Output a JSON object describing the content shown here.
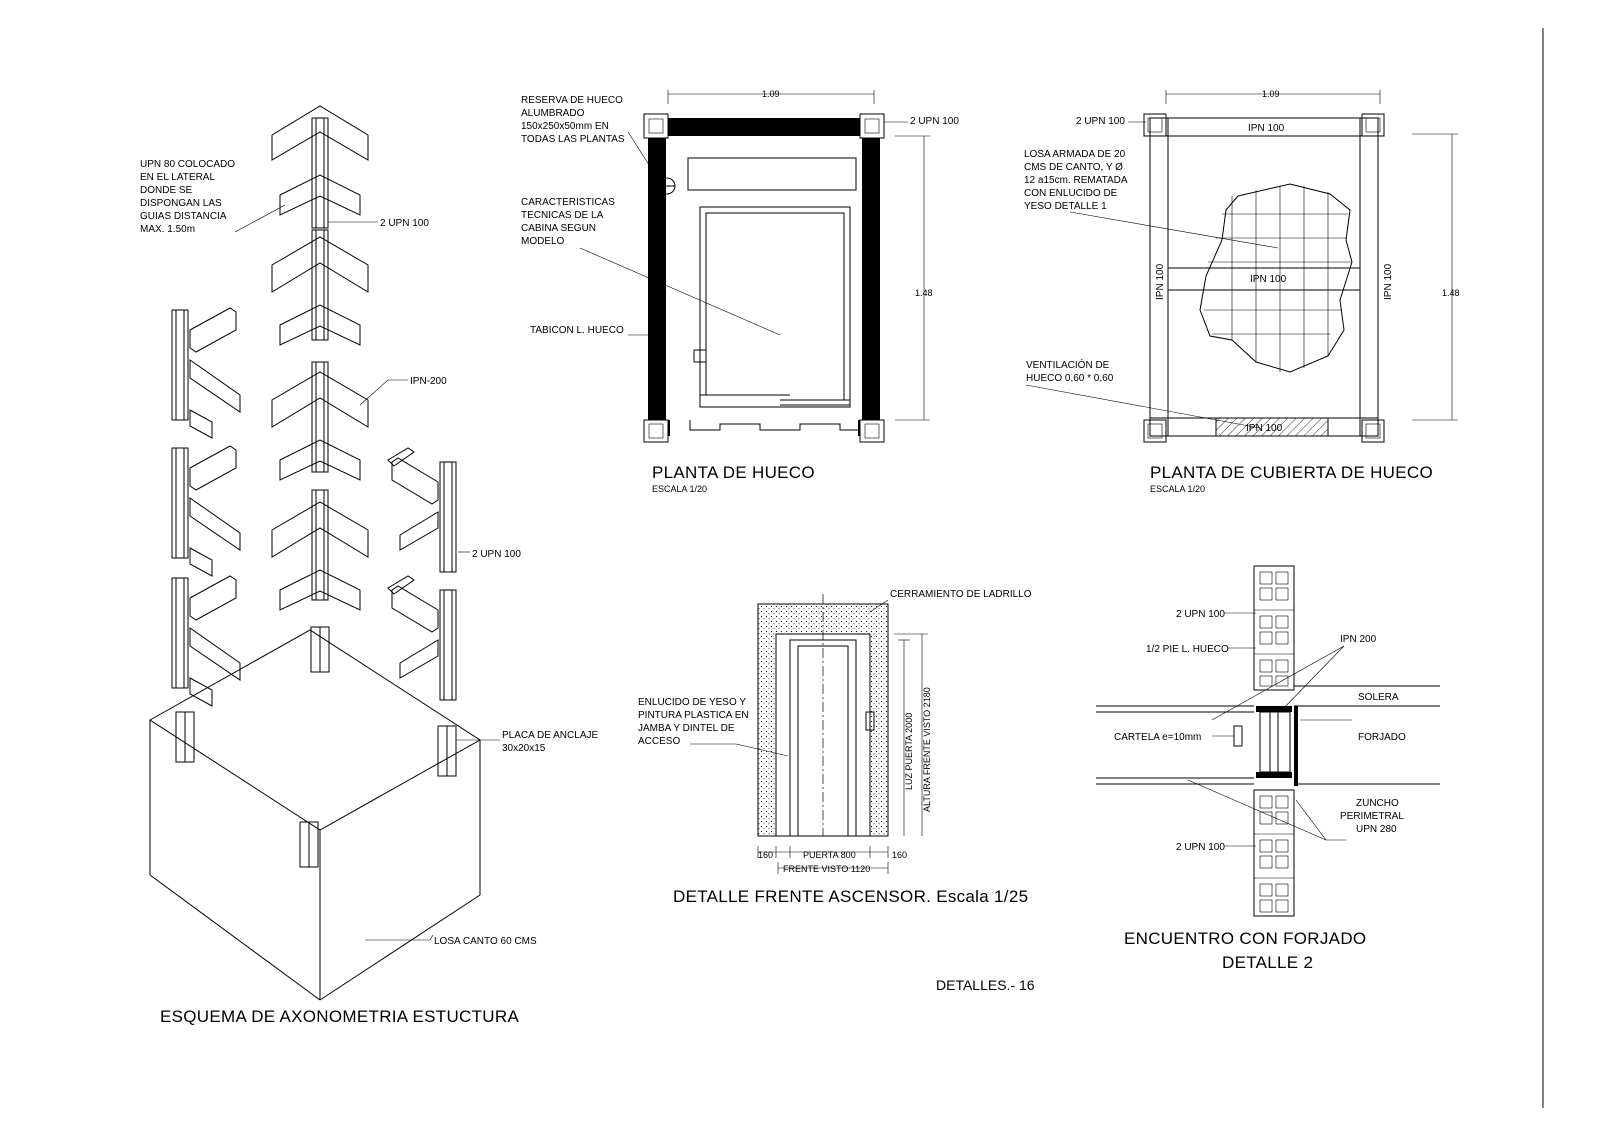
{
  "axono": {
    "title": "ESQUEMA DE AXONOMETRIA ESTUCTURA",
    "upn80": [
      "UPN 80 COLOCADO",
      "EN EL LATERAL",
      "DONDE SE",
      "DISPONGAN LAS",
      "GUIAS DISTANCIA",
      "MAX. 1.50m"
    ],
    "upn100_top": "2 UPN 100",
    "ipn200": "IPN-200",
    "upn100_right": "2 UPN 100",
    "placa": [
      "PLACA DE ANCLAJE",
      "30x20x15"
    ],
    "losa": "LOSA CANTO 60 CMS"
  },
  "planta": {
    "title": "PLANTA DE HUECO",
    "scale": "ESCALA 1/20",
    "dim_w": "1.09",
    "dim_h": "1.48",
    "upn": "2 UPN 100",
    "reserva": [
      "RESERVA DE HUECO",
      "ALUMBRADO",
      "150x250x50mm EN",
      "TODAS LAS PLANTAS"
    ],
    "carac": [
      "CARACTERISTICAS",
      "TECNICAS DE LA",
      "CABINA SEGUN",
      "MODELO"
    ],
    "tabicon": "TABICON L. HUECO"
  },
  "cubierta": {
    "title": "PLANTA DE CUBIERTA DE HUECO",
    "scale": "ESCALA 1/20",
    "dim_w": "1.09",
    "dim_h": "1.48",
    "upn": "2 UPN 100",
    "ipn_top": "IPN 100",
    "ipn_mid": "IPN 100",
    "ipn_bot": "IPN 100",
    "ipn_left": "IPN 100",
    "ipn_right": "IPN 100",
    "losa": [
      "LOSA ARMADA DE 20",
      "CMS DE CANTO, Y Ø",
      "12 a15cm. REMATADA",
      "CON ENLUCIDO DE",
      "YESO DETALLE 1"
    ],
    "vent": [
      "VENTILACIÓN DE",
      "HUECO 0,60 * 0,60"
    ]
  },
  "frente": {
    "title": "DETALLE FRENTE ASCENSOR. Escala 1/25",
    "cerramiento": "CERRAMIENTO DE LADRILLO",
    "enlucido": [
      "ENLUCIDO DE YESO Y",
      "PINTURA PLASTICA EN",
      "JAMBA Y DINTEL DE",
      "ACCESO"
    ],
    "luz": "LUZ PUERTA 2000",
    "altura": "ALTURA FRENTE VISTO 2180",
    "d160a": "160",
    "puerta": "PUERTA 800",
    "d160b": "160",
    "frente_visto": "FRENTE VISTO 1120"
  },
  "encuentro": {
    "title1": "ENCUENTRO CON FORJADO",
    "title2": "DETALLE 2",
    "upn_top": "2 UPN 100",
    "pie": "1/2 PIE L. HUECO",
    "ipn": "IPN 200",
    "solera": "SOLERA",
    "cartela": "CARTELA e=10mm",
    "forjado": "FORJADO",
    "zuncho": [
      "ZUNCHO",
      "PERIMETRAL",
      "UPN 280"
    ],
    "upn_bot": "2 UPN 100"
  },
  "sheet": "DETALLES.- 16"
}
